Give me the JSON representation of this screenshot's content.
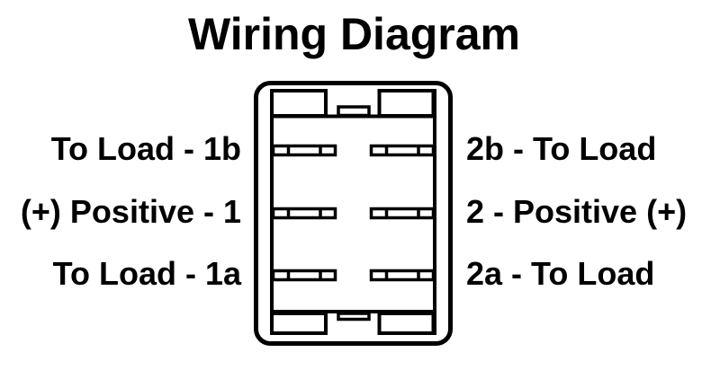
{
  "title": "Wiring Diagram",
  "colors": {
    "line": "#000000",
    "background": "#ffffff"
  },
  "switch_connector": {
    "terminal_rows": [
      {
        "left_label": "To Load - 1b",
        "right_label": "2b - To Load"
      },
      {
        "left_label": "(+) Positive - 1",
        "right_label": "2 - Positive (+)"
      },
      {
        "left_label": "To Load - 1a",
        "right_label": "2a - To Load"
      }
    ]
  }
}
